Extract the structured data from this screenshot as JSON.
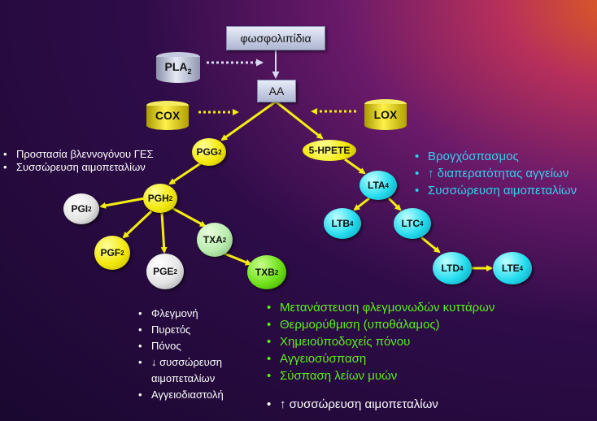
{
  "top_box": "φωσφολιπίδια",
  "aa_box": "AA",
  "enzymes": {
    "pla2": {
      "base": "PLA",
      "sub": "2"
    },
    "cox": "COX",
    "lox": "LOX"
  },
  "nodes": {
    "pgg2": {
      "base": "PGG",
      "sub": "2"
    },
    "pgh2": {
      "base": "PGH",
      "sub": "2"
    },
    "pgi2": {
      "base": "PGI",
      "sub": "2"
    },
    "pgf2": {
      "base": "PGF",
      "sub": "2"
    },
    "pge2": {
      "base": "PGE",
      "sub": "2"
    },
    "txa2": {
      "base": "TXA",
      "sub": "2"
    },
    "txb2": {
      "base": "TXB",
      "sub": "2"
    },
    "hpete": "5-HPETE",
    "lta4": {
      "base": "LTA",
      "sub": "4"
    },
    "ltb4": {
      "base": "LTB",
      "sub": "4"
    },
    "ltc4": {
      "base": "LTC",
      "sub": "4"
    },
    "ltd4": {
      "base": "LTD",
      "sub": "4"
    },
    "lte4": {
      "base": "LTE",
      "sub": "4"
    }
  },
  "pgg2_effects": [
    "Προστασία βλεννογόνου ΓΕΣ",
    "Συσσώρευση αιμοπεταλίων"
  ],
  "lt_effects": [
    "Βρογχόσπασμος",
    "↑ διαπερατότητας αγγείων",
    "Συσσώρευση αιμοπεταλίων"
  ],
  "pge2_effects": [
    "Φλεγμονή",
    "Πυρετός",
    "Πόνος",
    "↓ συσσώρευση αιμοπεταλίων",
    "Αγγειοδιαστολή"
  ],
  "ltb4_effects": [
    "Μετανάστευση φλεγμονωδών κυττάρων",
    "Θερμορύθμιση (υποθάλαμος)",
    "Χημειοϋποδοχείς πόνου",
    "Αγγειοσύσπαση",
    "Σύσπαση λείων μυών"
  ],
  "txa2_effect": "↑ συσσώρευση αιμοπεταλίων",
  "colors": {
    "arrow": "#f4ee10",
    "dotted_arrow": "#d8d8f4",
    "cyan_text": "#34d0ee",
    "green_text": "#5df018"
  }
}
